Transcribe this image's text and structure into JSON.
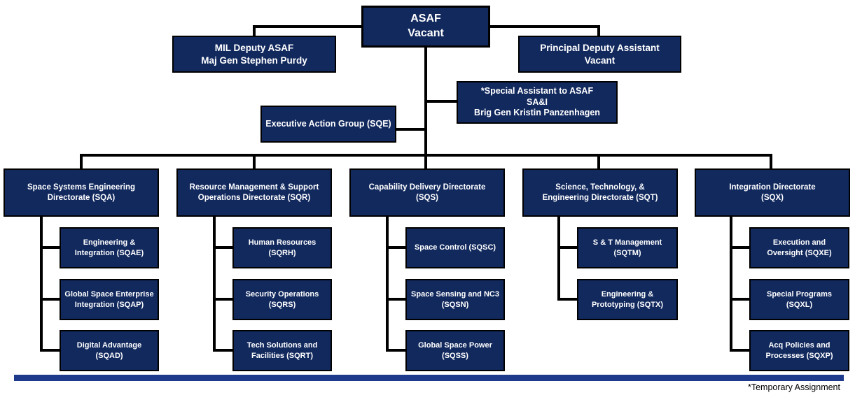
{
  "colors": {
    "box_fill": "#12295E",
    "box_border": "#000000",
    "box_text": "#FFFFFF",
    "connector": "#000000",
    "bottom_bar": "#1E3A8C",
    "footnote": "#000000"
  },
  "org": {
    "asaf": "ASAF\nVacant",
    "mil_deputy": "MIL Deputy ASAF\nMaj Gen Stephen Purdy",
    "principal_deputy": "Principal Deputy Assistant\nVacant",
    "special_assistant": "*Special Assistant to ASAF\nSA&I\nBrig Gen Kristin Panzenhagen",
    "executive_action_group": "Executive Action Group (SQE)",
    "directorates": [
      {
        "title": "Space Systems Engineering\nDirectorate (SQA)",
        "children": [
          "Engineering &\nIntegration (SQAE)",
          "Global Space Enterprise\nIntegration (SQAP)",
          "Digital Advantage\n(SQAD)"
        ]
      },
      {
        "title": "Resource Management & Support\nOperations Directorate (SQR)",
        "children": [
          "Human Resources\n(SQRH)",
          "Security Operations\n(SQRS)",
          "Tech Solutions and\nFacilities (SQRT)"
        ]
      },
      {
        "title": "Capability Delivery Directorate\n(SQS)",
        "children": [
          "Space Control (SQSC)",
          "Space Sensing and NC3\n(SQSN)",
          "Global Space Power\n(SQSS)"
        ]
      },
      {
        "title": "Science, Technology, &\nEngineering Directorate (SQT)",
        "children": [
          "S & T Management\n(SQTM)",
          "Engineering &\nPrototyping (SQTX)"
        ]
      },
      {
        "title": "Integration Directorate\n(SQX)",
        "children": [
          "Execution and\nOversight (SQXE)",
          "Special Programs\n(SQXL)",
          "Acq Policies and\nProcesses (SQXP)"
        ]
      }
    ],
    "footnote": "*Temporary Assignment"
  }
}
